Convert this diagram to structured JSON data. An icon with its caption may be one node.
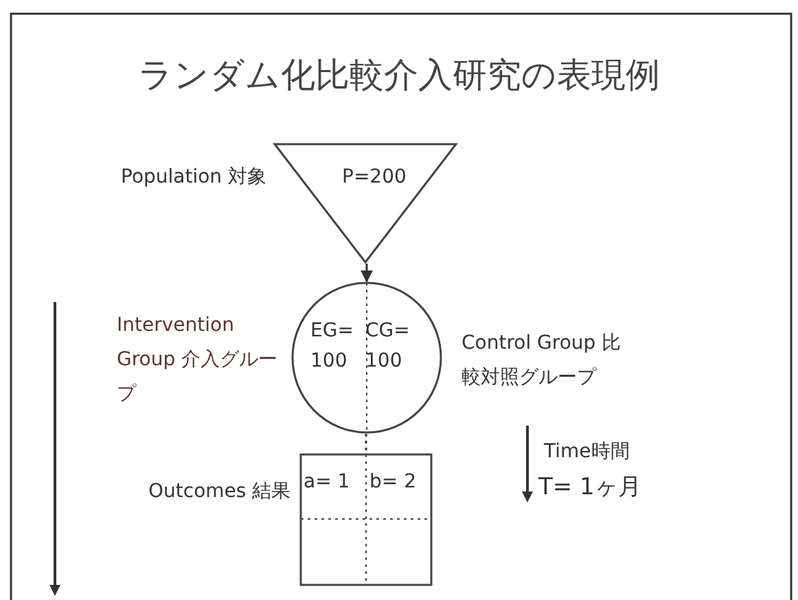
{
  "diagram": {
    "title": "ランダム化比較介入研究の表現例",
    "nodes": [
      {
        "text": [
          "P=200"
        ],
        "beside": [
          "Population 対象"
        ]
      },
      {
        "text": [
          "EG= 100",
          "CG= 100"
        ],
        "beside": [
          "Intervention Group 介入グループ",
          "Control Group 比較対照グループ"
        ]
      },
      {
        "text": [
          "a= 1",
          "b= 2"
        ],
        "beside": [
          "Outcomes 結果"
        ]
      }
    ],
    "edges": [
      {
        "from": 0,
        "to": 1,
        "arrow": "to"
      },
      {
        "from": 1,
        "to": 2,
        "arrow": "none",
        "style": "dashed"
      }
    ],
    "labels": [
      "Time時間",
      "T= 1ヶ月"
    ]
  }
}
